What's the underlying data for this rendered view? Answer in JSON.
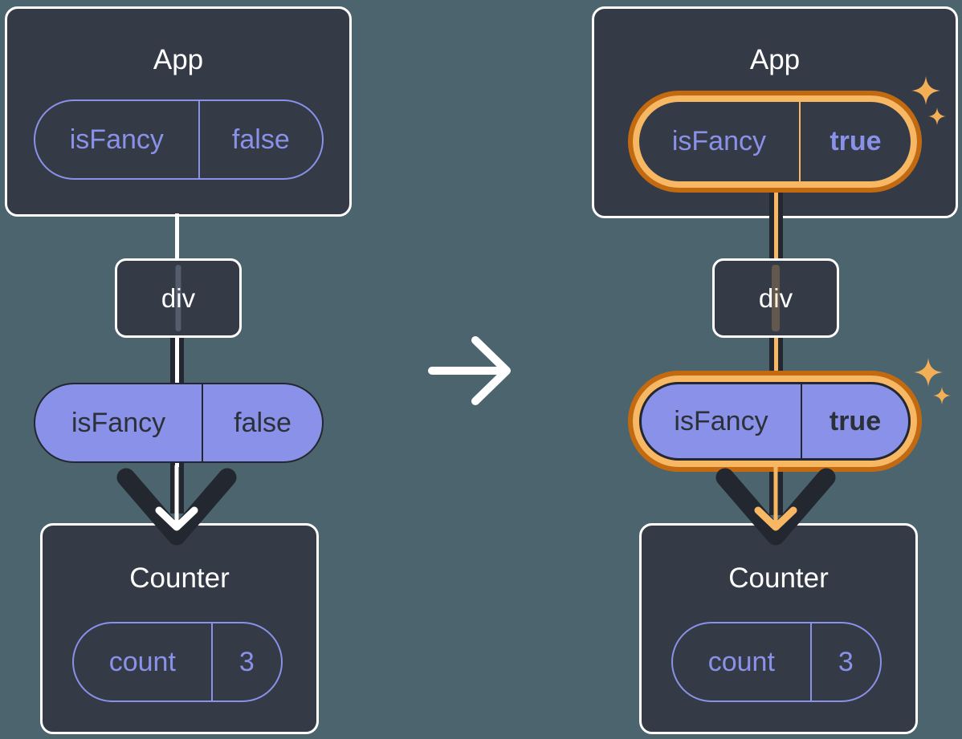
{
  "colors": {
    "background": "#4C646E",
    "card_fill": "#343B47",
    "card_border": "#FFFFFF",
    "purple": "#8A91E8",
    "dark_text": "#2B3039",
    "dark_line": "#23272F",
    "highlight_orange_dark": "#C36A10",
    "highlight_orange_light": "#F8B763",
    "sparkle": "#F3AF55"
  },
  "left_tree": {
    "app": {
      "title": "App",
      "prop_name": "isFancy",
      "prop_value": "false"
    },
    "div_node": {
      "label": "div"
    },
    "passed_prop": {
      "name": "isFancy",
      "value": "false"
    },
    "counter": {
      "title": "Counter",
      "state_name": "count",
      "state_value": "3"
    }
  },
  "transition": {
    "icon": "arrow-right-icon"
  },
  "right_tree": {
    "app": {
      "title": "App",
      "prop_name": "isFancy",
      "prop_value": "true"
    },
    "div_node": {
      "label": "div"
    },
    "passed_prop": {
      "name": "isFancy",
      "value": "true"
    },
    "counter": {
      "title": "Counter",
      "state_name": "count",
      "state_value": "3"
    }
  }
}
